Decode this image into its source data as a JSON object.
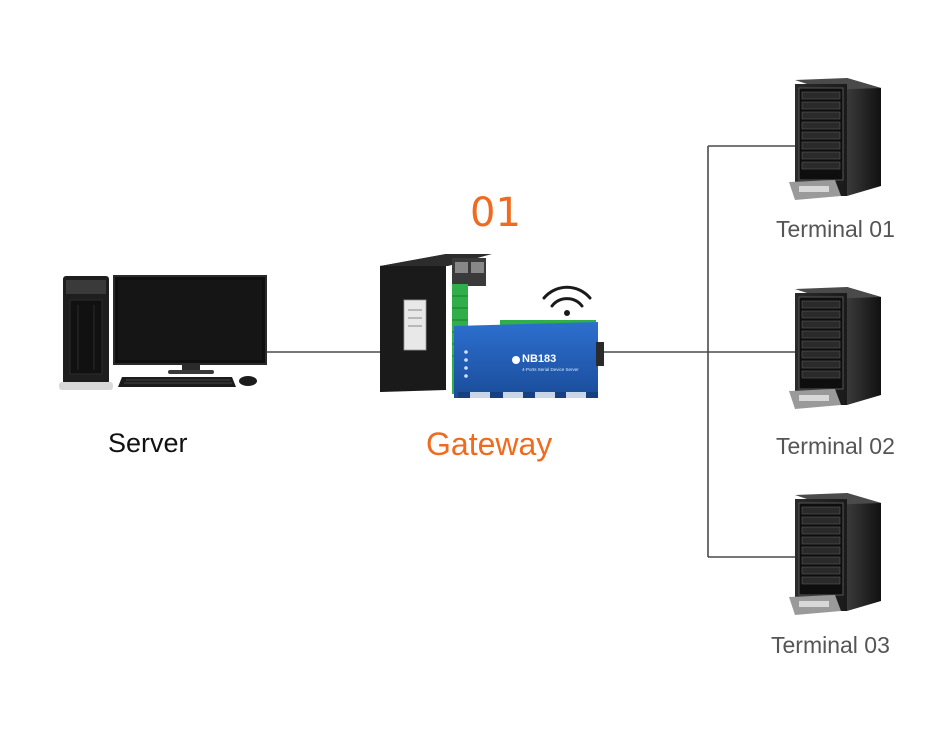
{
  "diagram": {
    "step_number": "01",
    "server": {
      "label": "Server",
      "icon": "desktop-computer-icon"
    },
    "gateway": {
      "label": "Gateway",
      "model": "NB183",
      "subtitle": "4-Ports Serial Device Server",
      "icon": "gateway-device-icon",
      "wireless_icon": "wifi-signal-icon"
    },
    "terminals": [
      {
        "label": "Terminal 01",
        "icon": "server-tower-icon"
      },
      {
        "label": "Terminal 02",
        "icon": "server-tower-icon"
      },
      {
        "label": "Terminal 03",
        "icon": "server-tower-icon"
      }
    ],
    "colors": {
      "accent": "#f06a1f",
      "line": "#4a4a4a",
      "device_blue": "#1f5fb8",
      "terminal_green": "#2fae4a"
    }
  }
}
